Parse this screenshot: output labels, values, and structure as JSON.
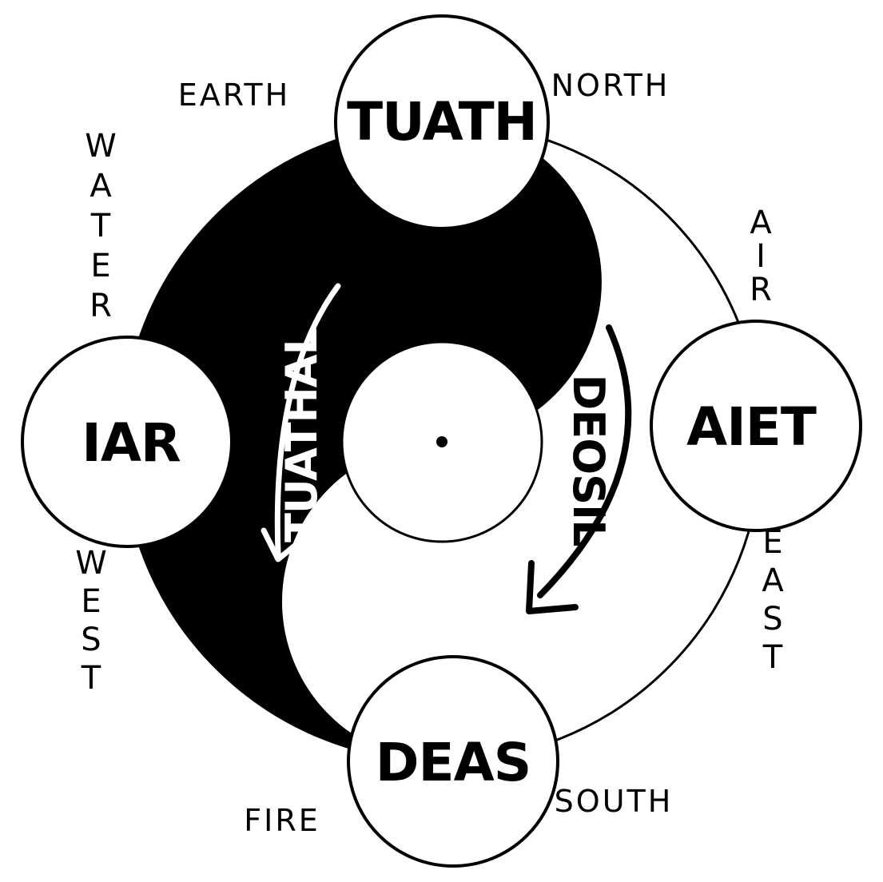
{
  "nodes": {
    "north": "TUATH",
    "west": "IAR",
    "east": "AIET",
    "south": "DEAS"
  },
  "directions": {
    "north": "NORTH",
    "west": "WEST",
    "east": "EAST",
    "south": "SOUTH"
  },
  "elements": {
    "earth": "EARTH",
    "water": "WATER",
    "air": "AIR",
    "fire": "FIRE"
  },
  "arrows": {
    "left": "TUATHAL",
    "right": "DEOSIL"
  },
  "colors": {
    "ink": "#000000",
    "paper": "#ffffff"
  }
}
